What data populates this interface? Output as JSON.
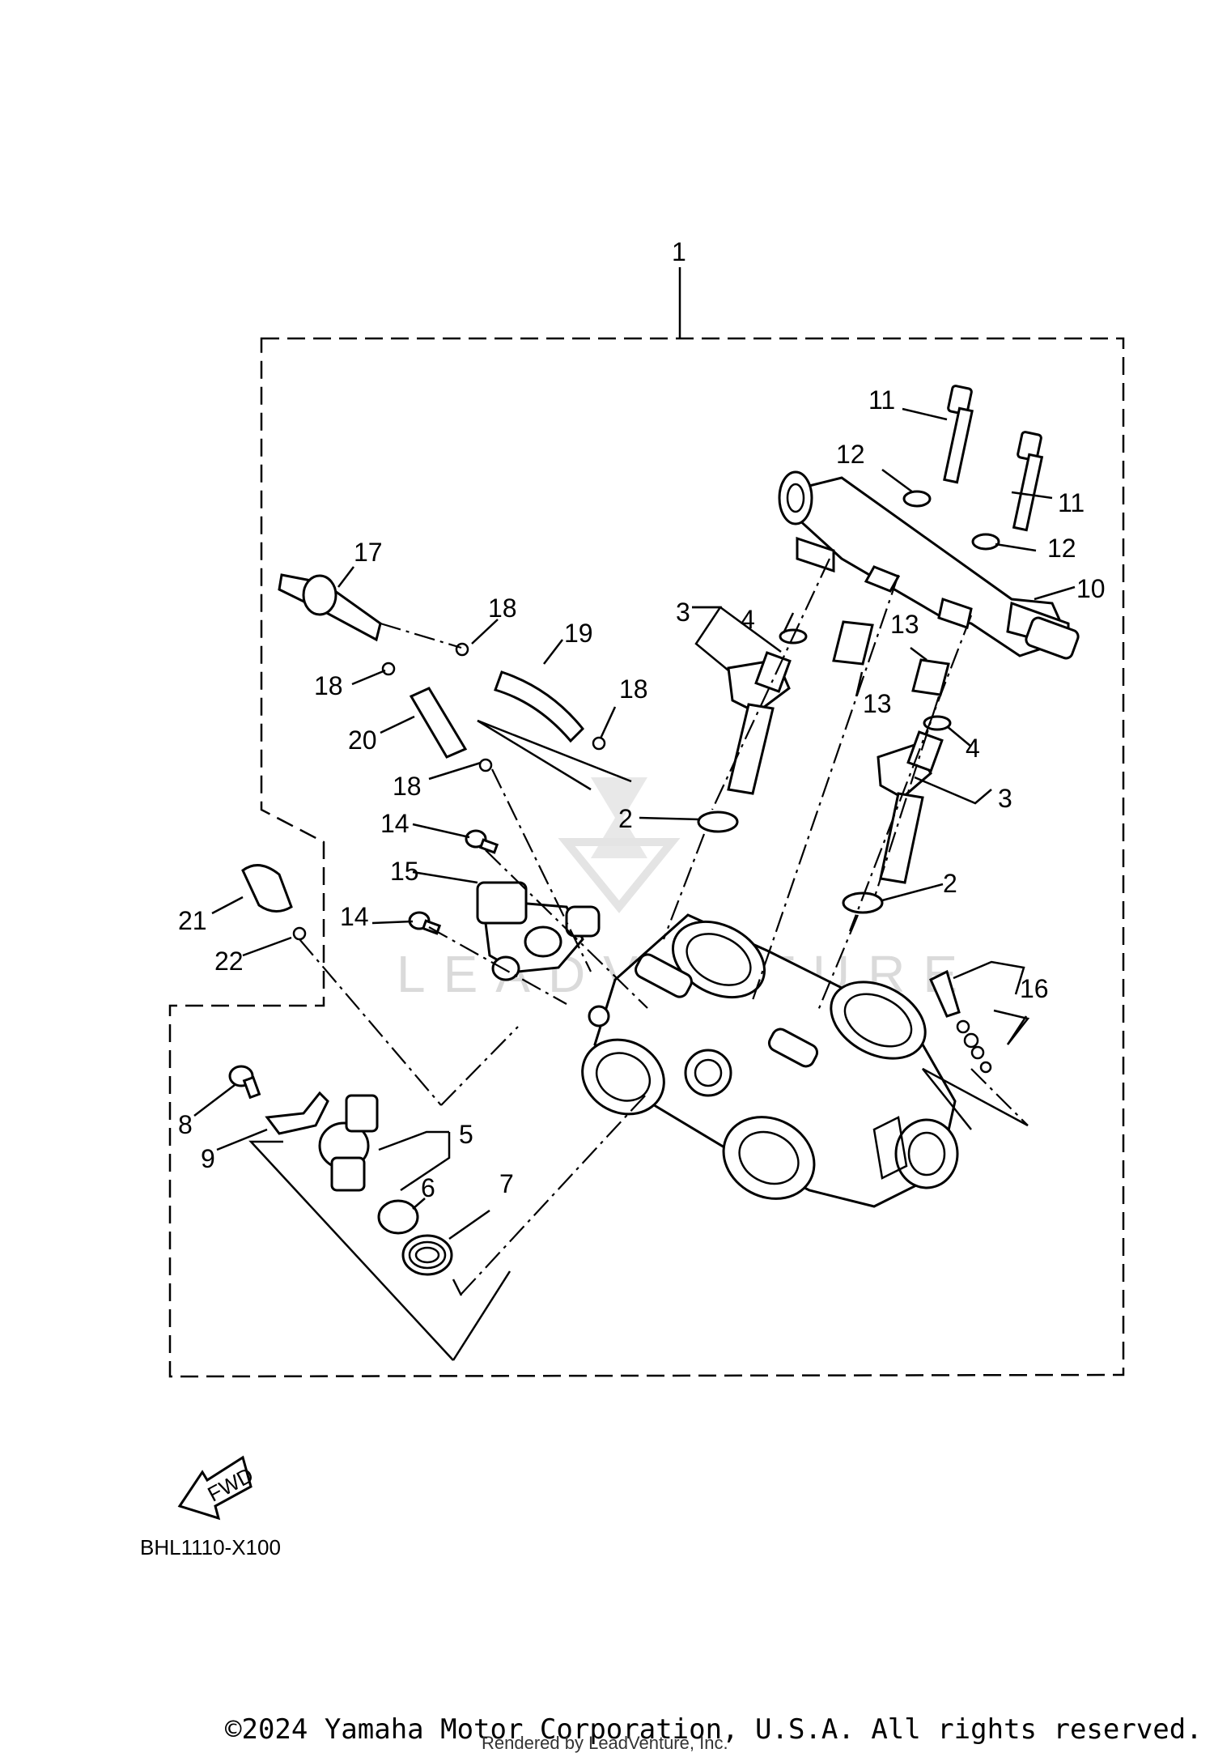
{
  "diagram": {
    "callouts": {
      "c1": "1",
      "c2a": "2",
      "c2b": "2",
      "c3a": "3",
      "c3b": "3",
      "c4a": "4",
      "c4b": "4",
      "c5": "5",
      "c6": "6",
      "c7": "7",
      "c8": "8",
      "c9": "9",
      "c10": "10",
      "c11a": "11",
      "c11b": "11",
      "c12a": "12",
      "c12b": "12",
      "c13a": "13",
      "c13b": "13",
      "c14a": "14",
      "c14b": "14",
      "c15": "15",
      "c16": "16",
      "c17": "17",
      "c18a": "18",
      "c18b": "18",
      "c18c": "18",
      "c18d": "18",
      "c19": "19",
      "c20": "20",
      "c21": "21",
      "c22": "22"
    },
    "fwd_label": "FWD",
    "diagram_code": "BHL1110-X100",
    "watermark": "LEADVENTURE",
    "copyright": "©2024 Yamaha Motor Corporation, U.S.A. All rights reserved.",
    "rendered_by": "Rendered by LeadVenture, Inc."
  }
}
